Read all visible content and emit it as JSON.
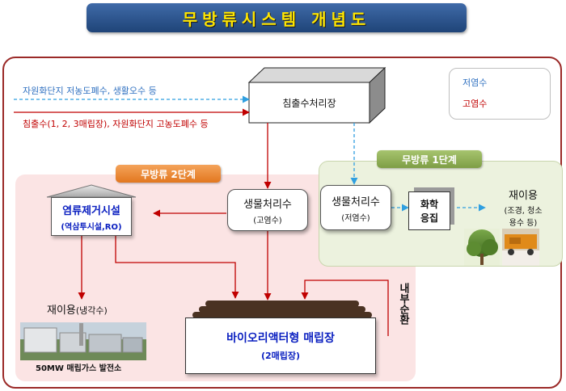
{
  "title": "무방류시스템 개념도",
  "inflow": {
    "low": "자원화단지 저농도폐수, 생활오수 등",
    "high": "침출수(1, 2, 3매립장), 자원화단지 고농도폐수 등"
  },
  "legend": {
    "low_label": "저염수",
    "high_label": "고염수",
    "low_color": "#2f9fe0",
    "high_color": "#c00000"
  },
  "nodes": {
    "leachate_plant": "침출수처리장",
    "stage1": "무방류 1단계",
    "stage2": "무방류 2단계",
    "bio_high": {
      "title": "생물처리수",
      "sub": "(고염수)"
    },
    "bio_low": {
      "title": "생물처리수",
      "sub": "(저염수)"
    },
    "chem": {
      "line1": "화학",
      "line2": "응집"
    },
    "reuse1": {
      "title": "재이용",
      "sub1": "(조경, 청소",
      "sub2": "용수 등)"
    },
    "ro": {
      "title": "염류제거시설",
      "sub": "(역삼투시설,RO)"
    },
    "reuse2": {
      "title": "재이용",
      "sub": "(냉각수)"
    },
    "plant_caption": "50MW 매립가스 발전소",
    "reactor": {
      "title": "바이오리액터형 매립장",
      "sub": "(2매립장)"
    },
    "internal": "내부순환"
  }
}
